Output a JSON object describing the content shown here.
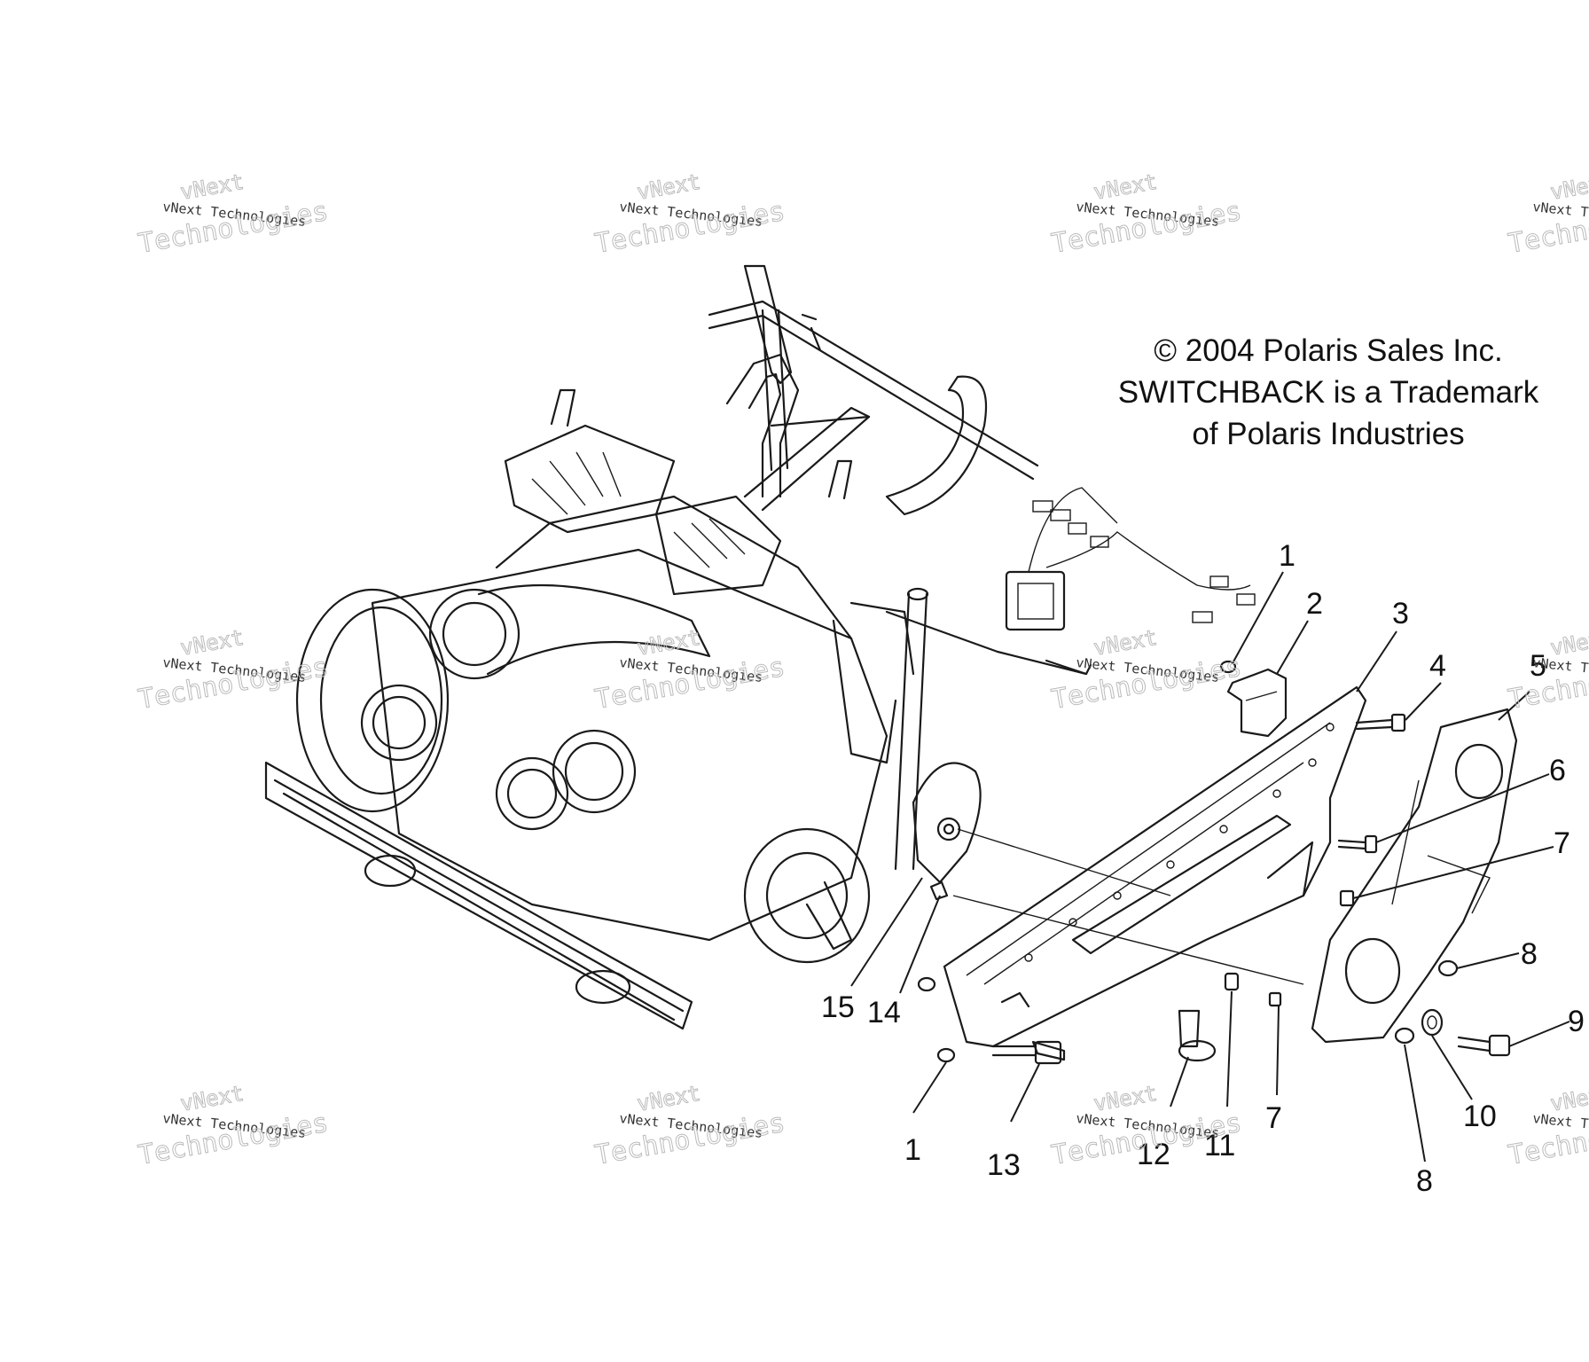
{
  "copyright": {
    "line1": "© 2004 Polaris Sales Inc.",
    "line2": "SWITCHBACK is a Trademark",
    "line3": "of Polaris Industries"
  },
  "watermark": {
    "small": "vNext Technologies",
    "large_top": "vNext",
    "large_bottom": "Technologies"
  },
  "callouts": {
    "c1a": "1",
    "c2": "2",
    "c3": "3",
    "c4": "4",
    "c5": "5",
    "c6": "6",
    "c7a": "7",
    "c8a": "8",
    "c9": "9",
    "c10": "10",
    "c8b": "8",
    "c7b": "7",
    "c11": "11",
    "c12": "12",
    "c13": "13",
    "c1b": "1",
    "c14": "14",
    "c15": "15"
  }
}
